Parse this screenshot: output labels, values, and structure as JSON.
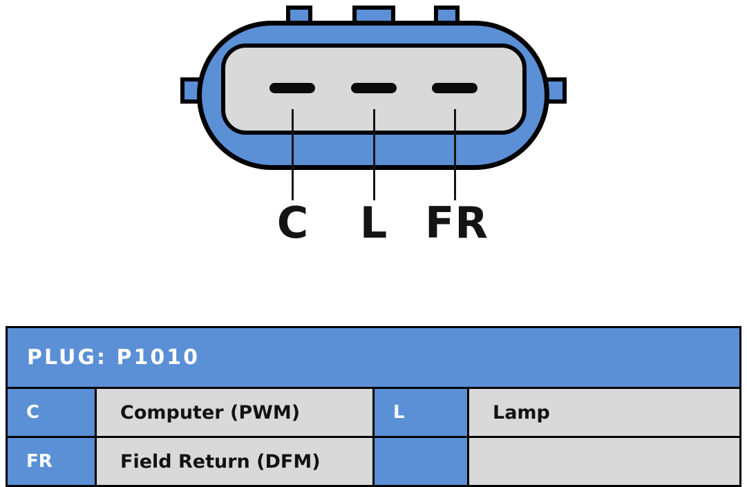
{
  "connector": {
    "pins": [
      {
        "label": "C"
      },
      {
        "label": "L"
      },
      {
        "label": "FR"
      }
    ]
  },
  "table": {
    "title": "PLUG: P1010",
    "rows": [
      {
        "cells": [
          "C",
          "Computer (PWM)",
          "L",
          "Lamp"
        ]
      },
      {
        "cells": [
          "FR",
          "Field Return (DFM)",
          "",
          ""
        ]
      }
    ]
  },
  "colors": {
    "blue": "#5b8fd6",
    "gray": "#d9d9d9",
    "outline": "#000000",
    "text_dark": "#141414",
    "text_light": "#ffffff"
  }
}
